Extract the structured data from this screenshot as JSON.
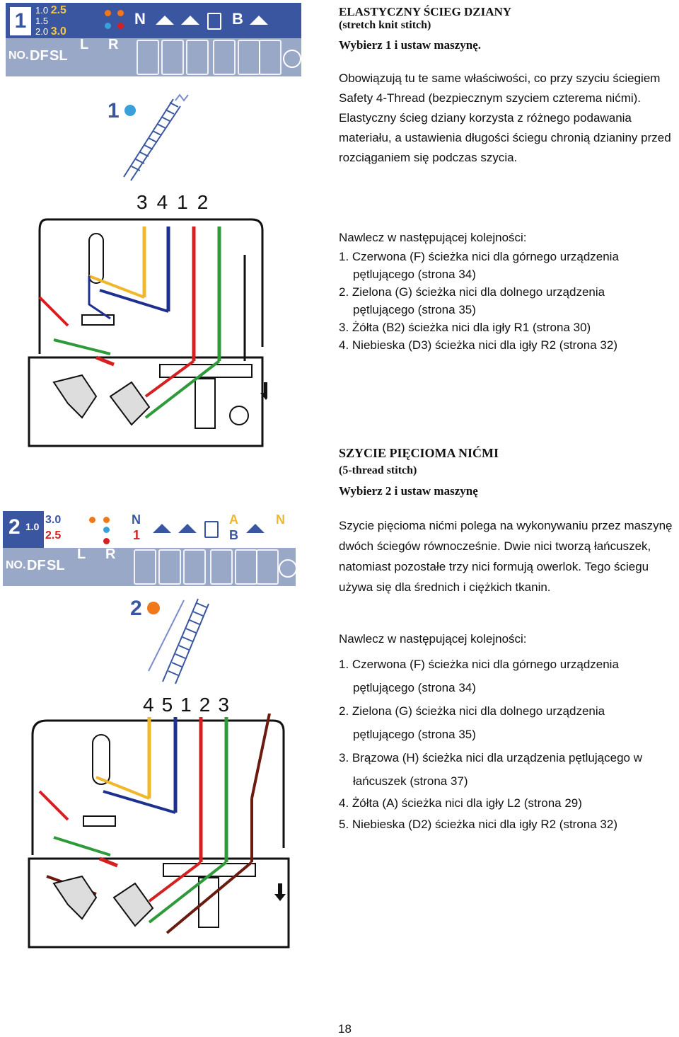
{
  "section1": {
    "title": "ELASTYCZNY ŚCIEG DZIANY",
    "subtitle": "(stretch knit stitch)",
    "instruction": "Wybierz 1 i ustaw maszynę.",
    "body": "Obowiązują tu te same właściwości, co przy szyciu ściegiem Safety 4-Thread (bezpiecznym szyciem czterema nićmi). Elastyczny ścieg dziany korzysta z różnego podawania materiału, a ustawienia długości ściegu chronią dzianiny przed rozciąganiem się podczas szycia.",
    "threading_heading": "Nawlecz w następującej kolejności:",
    "steps": [
      {
        "line1": "1. Czerwona (F) ścieżka nici dla górnego urządzenia",
        "line2": "pętlującego (strona 34)"
      },
      {
        "line1": "2. Zielona (G) ścieżka nici dla dolnego urządzenia",
        "line2": "pętlującego (strona 35)"
      },
      {
        "line1": "3. Żółta (B2) ścieżka nici dla igły R1 (strona 30)",
        "line2": ""
      },
      {
        "line1": "4. Niebieska (D3) ścieżka nici dla igły R2 (strona 32)",
        "line2": ""
      }
    ],
    "panel": {
      "number": "1",
      "ratio_a": "1.0",
      "ratio_b": "2.5",
      "ratio_c": "1.5",
      "ratio_d": "2.0",
      "ratio_e": "3.0",
      "n_label": "N",
      "b_label": "B"
    },
    "stitch_label": "1",
    "thread_order": [
      "3",
      "4",
      "1",
      "2"
    ]
  },
  "section2": {
    "title": "SZYCIE PIĘCIOMA NIĆMI",
    "subtitle": "(5-thread stitch)",
    "instruction": "Wybierz 2 i ustaw maszynę",
    "body": "Szycie pięcioma nićmi polega na wykonywaniu przez maszynę dwóch ściegów równocześnie. Dwie nici tworzą łańcuszek, natomiast pozostałe trzy nici formują owerlok. Tego ściegu używa się dla średnich i ciężkich tkanin.",
    "threading_heading": "Nawlecz w następującej kolejności:",
    "steps": [
      {
        "line1": "1. Czerwona (F) ścieżka nici dla górnego urządzenia",
        "line2": "pętlującego (strona 34)"
      },
      {
        "line1": "2. Zielona (G) ścieżka nici dla dolnego urządzenia",
        "line2": "pętlującego (strona 35)"
      },
      {
        "line1": "3. Brązowa (H) ścieżka nici dla urządzenia pętlującego w",
        "line2": "łańcuszek (strona 37)"
      },
      {
        "line1": "4. Żółta (A) ścieżka nici dla igły L2 (strona 29)",
        "line2": ""
      },
      {
        "line1": "5. Niebieska (D2) ścieżka nici dla igły R2 (strona 32)",
        "line2": ""
      }
    ],
    "panel": {
      "number": "2",
      "ratio_a": "1.0",
      "ratio_b": "3.0",
      "ratio_c": "2.5",
      "n_label": "N",
      "one_label": "1",
      "a_label": "A",
      "b_label": "B",
      "n2_label": "N"
    },
    "stitch_label": "2",
    "thread_order": [
      "4",
      "5",
      "1",
      "2",
      "3"
    ]
  },
  "panel_bottom_labels": {
    "no": "NO.",
    "df": "DF",
    "sl": "SL",
    "l": "L",
    "r": "R"
  },
  "page_number": "18",
  "colors": {
    "panel_blue": "#3a56a0",
    "panel_grey": "#9aa8c8",
    "red": "#d42020",
    "green": "#2f9a3a",
    "yellow": "#f0b72a",
    "blue": "#1d2f8f",
    "brown": "#6b1a10",
    "dot_orange": "#f07818",
    "dot_blue": "#3aa0dc"
  }
}
